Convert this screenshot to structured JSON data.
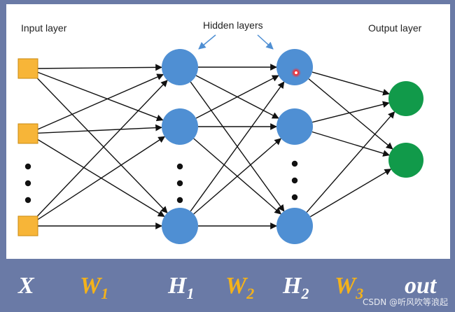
{
  "labels": {
    "input_layer": "Input layer",
    "hidden_layers": "Hidden layers",
    "output_layer": "Output layer"
  },
  "symbols": [
    {
      "base": "X",
      "sub": "",
      "color": "#ffffff"
    },
    {
      "base": "W",
      "sub": "1",
      "color": "#f3b21b"
    },
    {
      "base": "H",
      "sub": "1",
      "color": "#ffffff"
    },
    {
      "base": "W",
      "sub": "2",
      "color": "#f3b21b"
    },
    {
      "base": "H",
      "sub": "2",
      "color": "#ffffff"
    },
    {
      "base": "W",
      "sub": "3",
      "color": "#f3b21b"
    },
    {
      "base": "out",
      "sub": "",
      "color": "#ffffff"
    }
  ],
  "watermark": "CSDN @听风吹等浪起",
  "colors": {
    "input_node": "#f7b538",
    "hidden_node": "#4f8fd3",
    "output_node": "#119a4a",
    "background": "#6a7aa6"
  }
}
